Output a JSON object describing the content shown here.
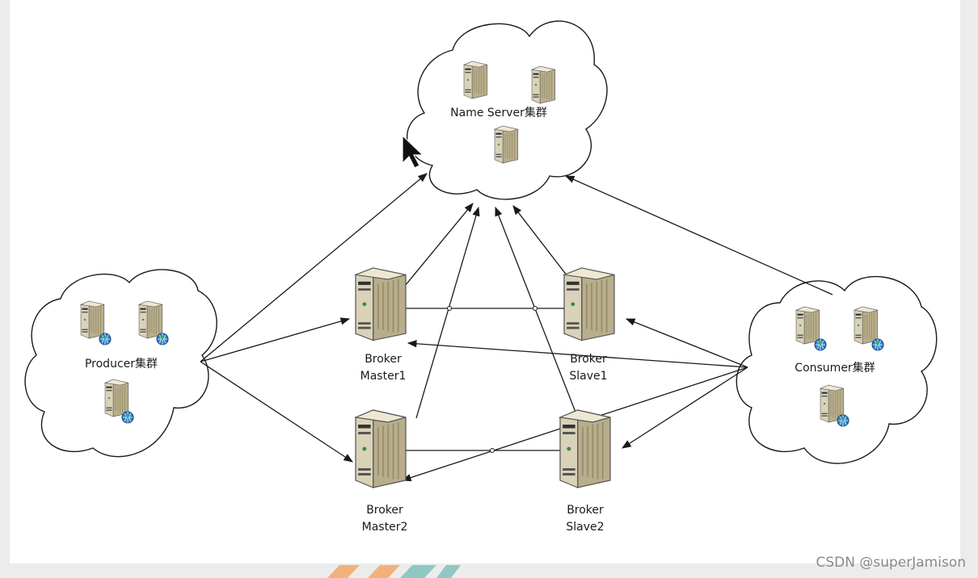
{
  "diagram": {
    "name_server": {
      "label": "Name Server集群"
    },
    "producer": {
      "label": "Producer集群"
    },
    "consumer": {
      "label": "Consumer集群"
    },
    "brokers": {
      "master1": {
        "line1": "Broker",
        "line2": "Master1"
      },
      "master2": {
        "line1": "Broker",
        "line2": "Master2"
      },
      "slave1": {
        "line1": "Broker",
        "line2": "Slave1"
      },
      "slave2": {
        "line1": "Broker",
        "line2": "Slave2"
      }
    }
  },
  "watermark": "CSDN @superJamison",
  "colors": {
    "background": "#ececec",
    "canvas": "#ffffff",
    "line": "#1a1a1a",
    "server_body": "#d9d2b8",
    "server_side": "#b8ae8c",
    "globe": "#2f7fc9",
    "stripe_orange": "#f0b27a",
    "stripe_teal": "#8fc8c2"
  },
  "icons": [
    "server-icon",
    "globe-icon",
    "mouse-cursor-icon",
    "cloud-shape"
  ]
}
